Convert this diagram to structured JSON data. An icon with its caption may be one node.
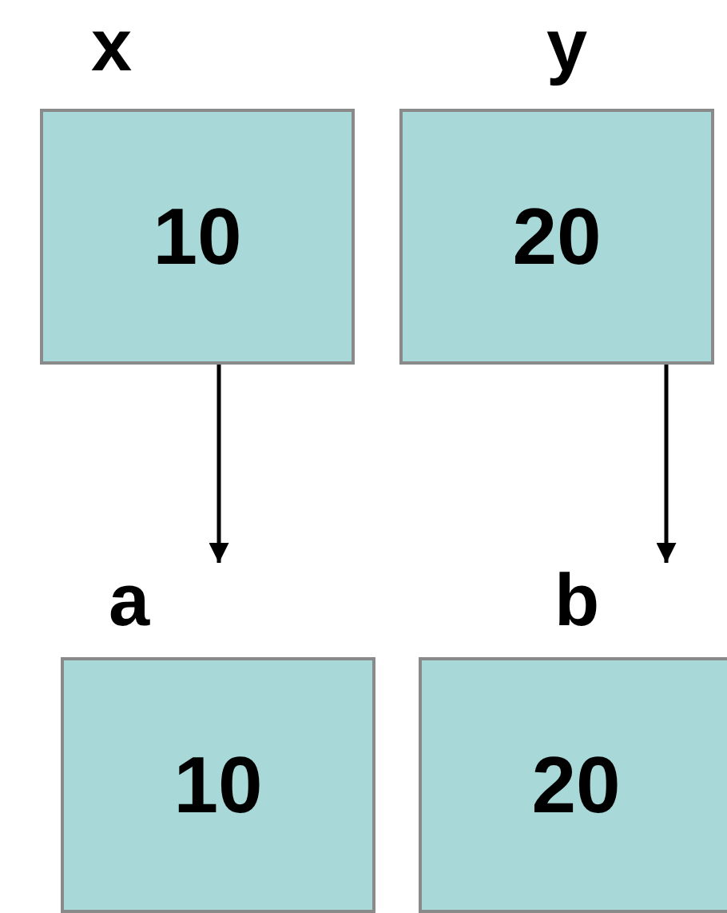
{
  "diagram": {
    "nodes": [
      {
        "text": [
          "x",
          "10"
        ]
      },
      {
        "text": [
          "y",
          "20"
        ]
      },
      {
        "text": [
          "a",
          "10"
        ]
      },
      {
        "text": [
          "b",
          "20"
        ]
      }
    ],
    "edges": [
      {
        "from": 0,
        "to": 2,
        "arrow": "to"
      },
      {
        "from": 1,
        "to": 3,
        "arrow": "to"
      }
    ]
  }
}
